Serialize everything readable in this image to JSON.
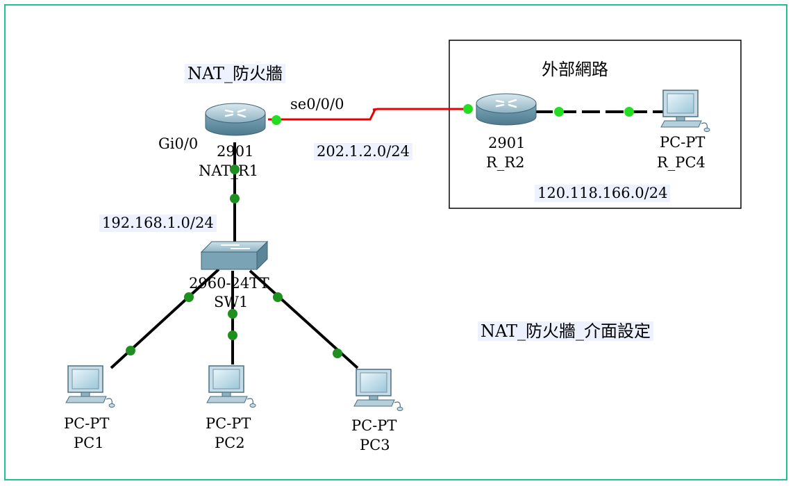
{
  "title": "NAT_防火牆",
  "caption": "NAT_防火牆_介面設定",
  "external_box": {
    "label": "外部網路"
  },
  "routers": {
    "r1": {
      "model": "2901",
      "name": "NAT_R1"
    },
    "r2": {
      "model": "2901",
      "name": "R_R2"
    }
  },
  "switch": {
    "model": "2960-24TT",
    "name": "SW1"
  },
  "pcs": {
    "pc1": {
      "model": "PC-PT",
      "name": "PC1"
    },
    "pc2": {
      "model": "PC-PT",
      "name": "PC2"
    },
    "pc3": {
      "model": "PC-PT",
      "name": "PC3"
    },
    "pc4": {
      "model": "PC-PT",
      "name": "R_PC4"
    }
  },
  "interfaces": {
    "serial": "se0/0/0",
    "gig": "Gi0/0"
  },
  "networks": {
    "wan": "202.1.2.0/24",
    "lan": "192.168.1.0/24",
    "external": "120.118.166.0/24"
  },
  "colors": {
    "frame": "#23c08f",
    "serial_link": "#e60000",
    "ethernet_link": "#000000",
    "port_up": "#1f8f1f",
    "port_up_bright": "#22dd22",
    "label_bg": "#eef1ff"
  }
}
